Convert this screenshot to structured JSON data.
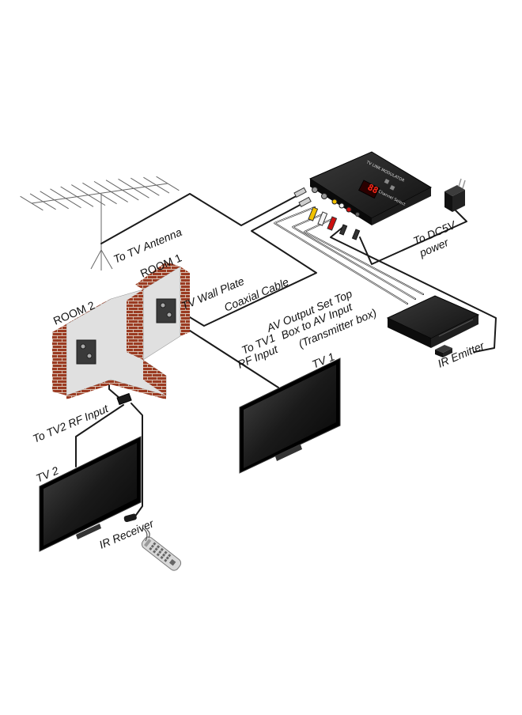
{
  "labels": {
    "to_tv_antenna": "To TV Antenna",
    "room_1": "ROOM 1",
    "room_2": "ROOM 2",
    "tv_wall_plate": "TV Wall Plate",
    "coaxial_cable": "Coaxial Cable",
    "av_output_line1": "AV Output Set Top",
    "av_output_line2": "Box to AV Input",
    "av_output_line3": "(Transmitter box)",
    "to_tv1_line1": "To TV1",
    "to_tv1_line2": "RF Input",
    "tv_1": "TV 1",
    "to_tv2_rf_input": "To TV2 RF Input",
    "tv_2": "TV 2",
    "ir_receiver": "IR Receiver",
    "ir_emitter": "IR Emitter",
    "to_dc5v_line1": "To DC5V",
    "to_dc5v_line2": "power"
  },
  "device": {
    "title": "TV LINK MODULATOR",
    "display": "88",
    "panel_label": "Channel Select"
  },
  "colors": {
    "brick": "#9b3b22",
    "wall": "#e0e0e0",
    "device_body": "#141414",
    "display_red": "#ff2a1a",
    "rca_yellow": "#f2c200",
    "rca_white": "#f4f4f4",
    "rca_red": "#cc1010"
  }
}
